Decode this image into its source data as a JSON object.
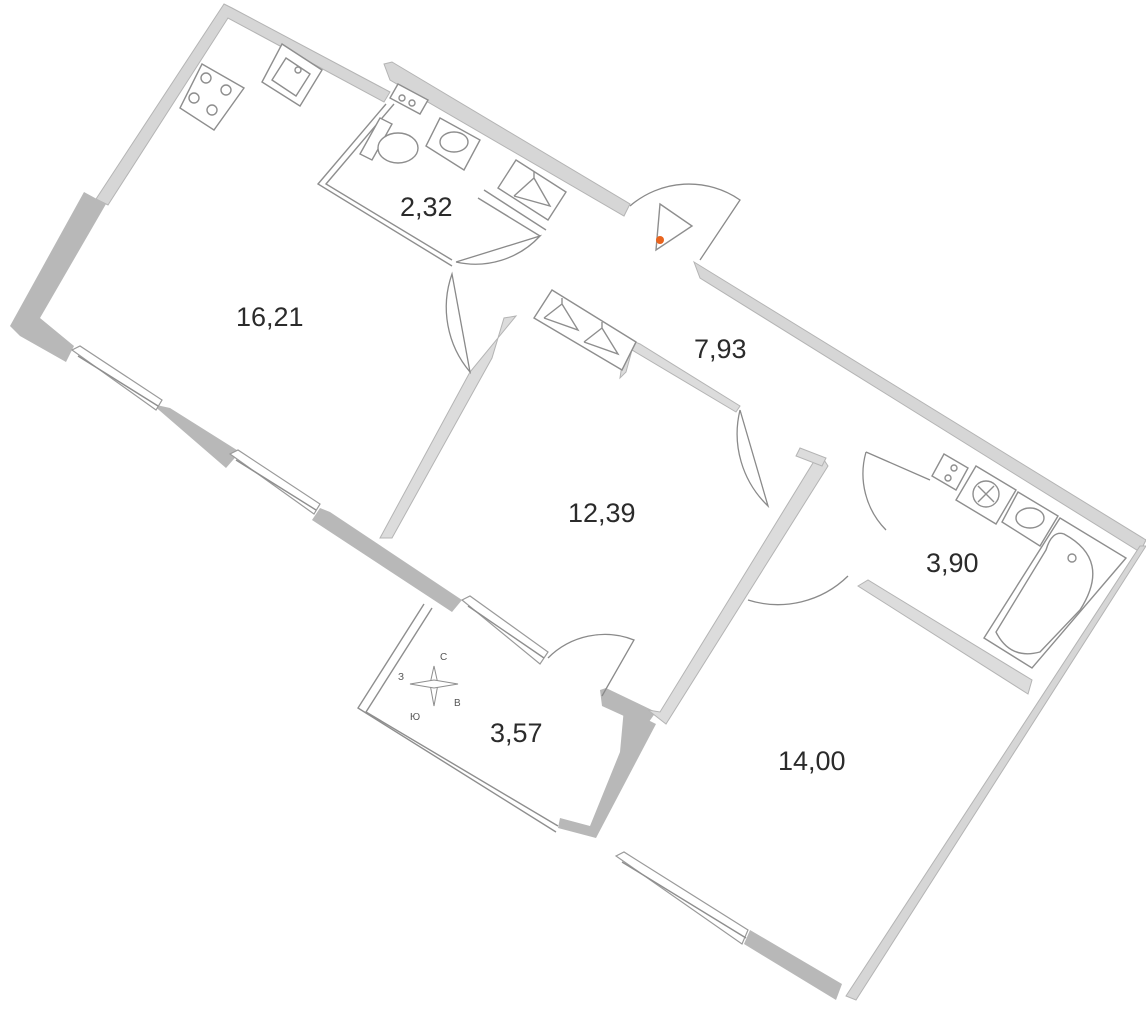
{
  "rooms": [
    {
      "label": "16,21"
    },
    {
      "label": "2,32"
    },
    {
      "label": "7,93"
    },
    {
      "label": "12,39"
    },
    {
      "label": "3,90"
    },
    {
      "label": "3,57"
    },
    {
      "label": "14,00"
    }
  ],
  "compass": {
    "north": "С",
    "south": "Ю",
    "east": "В",
    "west": "З"
  },
  "colors": {
    "wall": "#d6d6d6",
    "wall_dark": "#b8b8b8",
    "line": "#8e8e8e",
    "entrance_marker": "#e8641e",
    "text": "#2b2b2b"
  }
}
